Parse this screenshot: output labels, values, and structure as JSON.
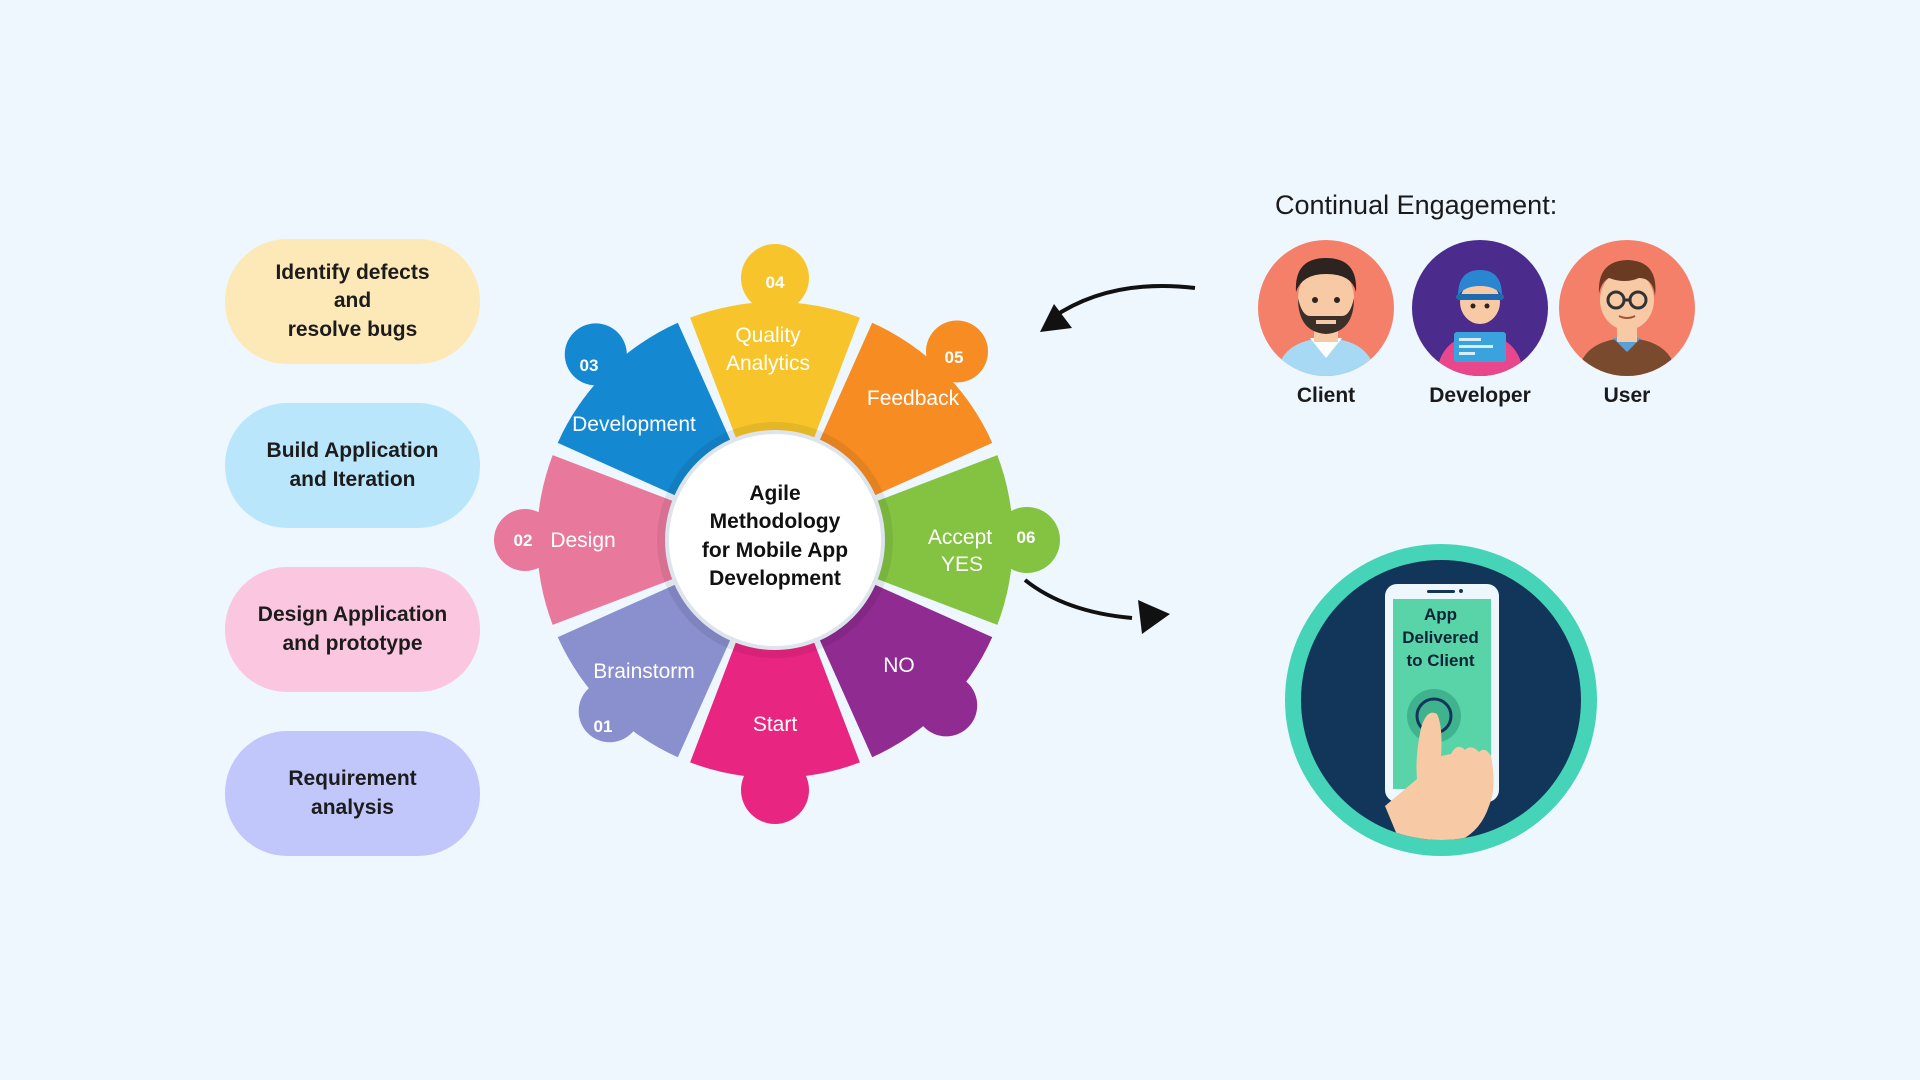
{
  "colors": {
    "background": "#eef6fe",
    "brainstorm": "#8a8fcd",
    "design": "#e8799c",
    "development": "#1488d0",
    "quality": "#f7c52b",
    "feedback": "#f68c22",
    "accept": "#83c341",
    "no": "#8f2b91",
    "start": "#e82580",
    "badge_ring": "#45d4b8",
    "badge_inner": "#12365a"
  },
  "left_steps": [
    {
      "text": "Identify defects\nand\nresolve bugs"
    },
    {
      "text": "Build Application\nand Iteration"
    },
    {
      "text": "Design Application\nand prototype"
    },
    {
      "text": "Requirement\nanalysis"
    }
  ],
  "wheel": {
    "center_lines": [
      "Agile",
      "Methodology",
      "for Mobile App",
      "Development"
    ],
    "segments": {
      "brainstorm": {
        "label": "Brainstorm",
        "num": "01"
      },
      "design": {
        "label": "Design",
        "num": "02"
      },
      "development": {
        "label": "Development",
        "num": "03"
      },
      "quality": {
        "label_1": "Quality",
        "label_2": "Analytics",
        "num": "04"
      },
      "feedback": {
        "label": "Feedback",
        "num": "05"
      },
      "accept": {
        "label_1": "Accept",
        "label_2": "YES",
        "num": "06"
      },
      "no": {
        "label": "NO"
      },
      "start": {
        "label": "Start"
      }
    }
  },
  "engagement": {
    "title": "Continual Engagement:",
    "people": [
      {
        "label": "Client",
        "icon": "client-avatar-icon"
      },
      {
        "label": "Developer",
        "icon": "developer-avatar-icon"
      },
      {
        "label": "User",
        "icon": "user-avatar-icon"
      }
    ]
  },
  "delivery": {
    "text": "App\nDelivered\nto Client",
    "icon": "phone-tap-icon"
  }
}
